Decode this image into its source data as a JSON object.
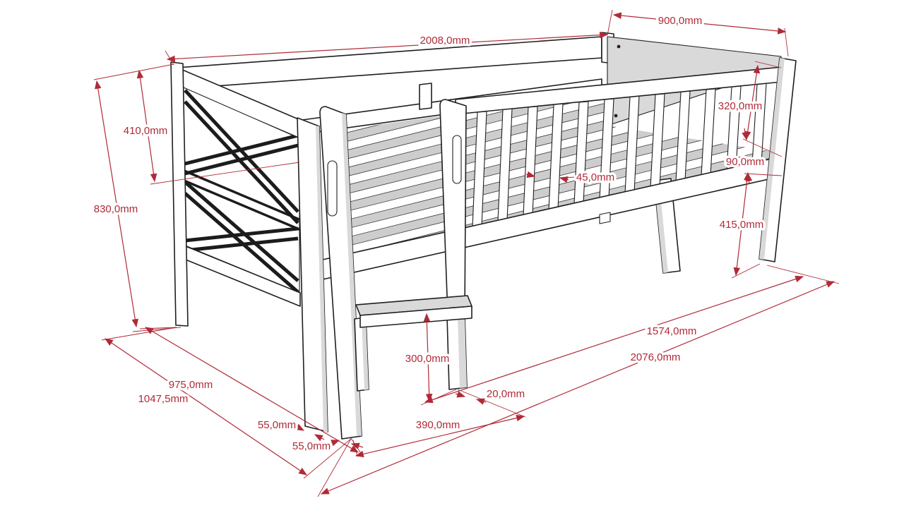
{
  "drawing": {
    "type": "technical-drawing",
    "unit_suffix": "mm"
  },
  "dimensions": {
    "length_top": "2008,0mm",
    "width_top": "900,0mm",
    "headboard_upper_height": "410,0mm",
    "headboard_height": "830,0mm",
    "guardrail_height": "320,0mm",
    "side_rail_height": "90,0mm",
    "underbed_clearance": "415,0mm",
    "spindle_width": "45,0mm",
    "base_length_inner": "1574,0mm",
    "base_length_total": "2076,0mm",
    "base_width_inner": "975,0mm",
    "base_width_total": "1047,5mm",
    "post_thickness_a": "55,0mm",
    "post_thickness_b": "55,0mm",
    "ladder_opening_width": "390,0mm",
    "step_height": "300,0mm",
    "stringer_offset": "20,0mm"
  },
  "colors": {
    "dimension": "#b02a37",
    "outline": "#1f1f1f",
    "panel": "#d9d9d9",
    "background": "#ffffff"
  }
}
